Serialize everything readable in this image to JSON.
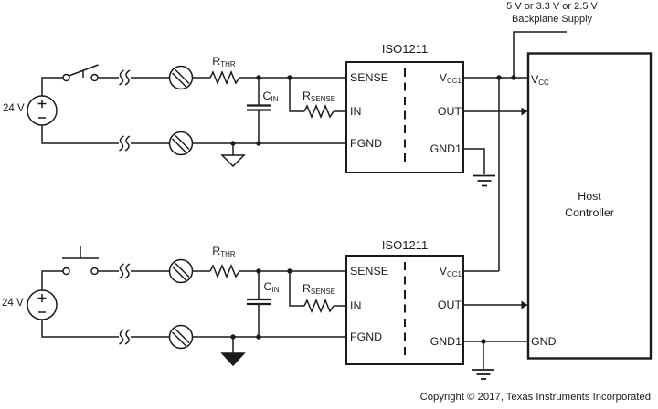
{
  "supply_note": {
    "line1": "5 V or 3.3 V or 2.5 V",
    "line2": "Backplane Supply"
  },
  "copyright": "Copyright © 2017, Texas Instruments Incorporated",
  "host": {
    "name_line1": "Host",
    "name_line2": "Controller",
    "pin_vcc_main": "V",
    "pin_vcc_sub": "CC",
    "pin_gnd": "GND"
  },
  "ch0": {
    "source_label": "24 V",
    "rthr_main": "R",
    "rthr_sub": "THR",
    "cin_main": "C",
    "cin_sub": "IN",
    "rsense_main": "R",
    "rsense_sub": "SENSE",
    "chip_name": "ISO1211",
    "pin_sense": "SENSE",
    "pin_in": "IN",
    "pin_fgnd": "FGND",
    "pin_vcc1_main": "V",
    "pin_vcc1_sub": "CC1",
    "pin_out": "OUT",
    "pin_gnd1": "GND1"
  },
  "ch1": {
    "source_label": "24 V",
    "rthr_main": "R",
    "rthr_sub": "THR",
    "cin_main": "C",
    "cin_sub": "IN",
    "rsense_main": "R",
    "rsense_sub": "SENSE",
    "chip_name": "ISO1211",
    "pin_sense": "SENSE",
    "pin_in": "IN",
    "pin_fgnd": "FGND",
    "pin_vcc1_main": "V",
    "pin_vcc1_sub": "CC1",
    "pin_out": "OUT",
    "pin_gnd1": "GND1"
  },
  "icons": {
    "voltage_source": "circle-plus-minus",
    "knife_switch": "open-knife-switch",
    "pushbutton_switch": "normally-open-pushbutton",
    "wire_break": "double-squiggle",
    "field_terminal": "circle-double-slash",
    "field_ground_open": "open-triangle-down",
    "field_ground_filled": "filled-triangle-down",
    "earth_ground": "three-bar-ground",
    "junction": "filled-dot",
    "isolation_barrier": "vertical-dashed-line",
    "out_arrow": "right-arrowhead"
  },
  "colors": {
    "line": "#1a1a1a",
    "background": "#ffffff"
  }
}
